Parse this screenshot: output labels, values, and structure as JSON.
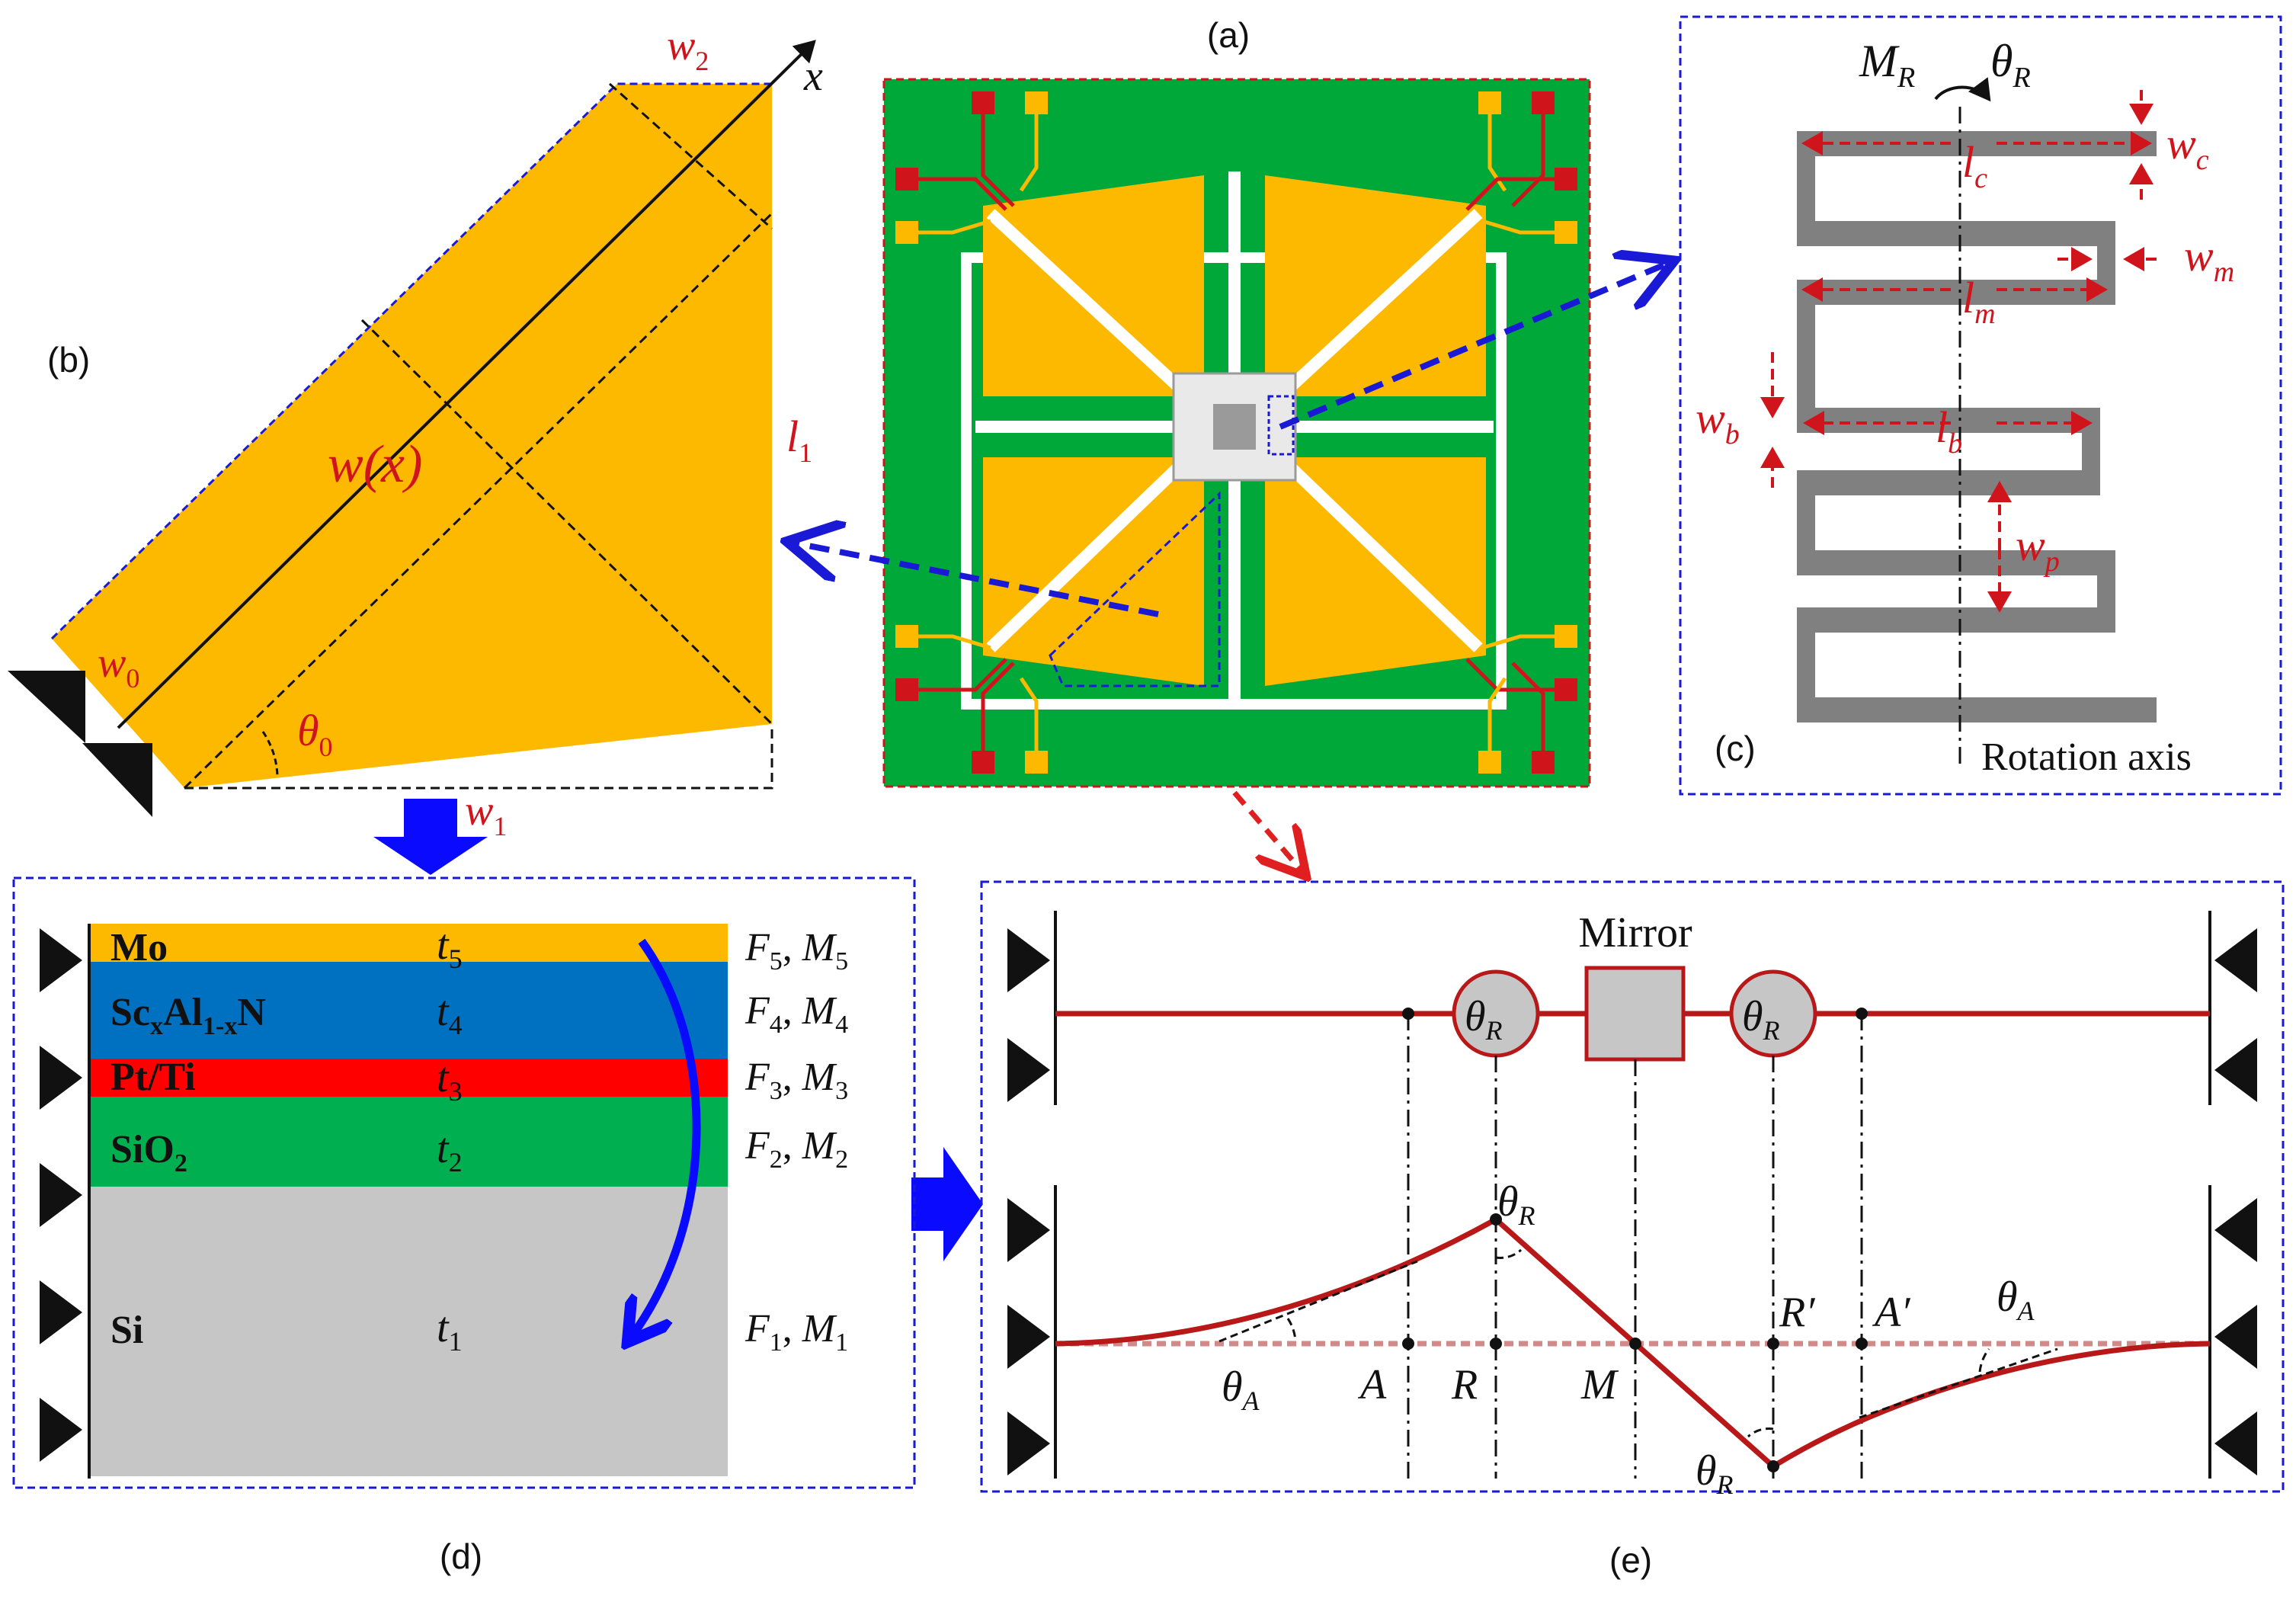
{
  "panels": {
    "a": {
      "label": "(a)"
    },
    "b": {
      "label": "(b)",
      "x_axis": "x",
      "w2": "w",
      "w2_sub": "2",
      "l1": "l",
      "l1_sub": "1",
      "wx": "w(x)",
      "w0": "w",
      "w0_sub": "0",
      "theta0": "θ",
      "theta0_sub": "0",
      "w1": "w",
      "w1_sub": "1"
    },
    "c": {
      "label": "(c)",
      "MR": "M",
      "MR_sub": "R",
      "thetaR": "θ",
      "thetaR_sub": "R",
      "lc": "l",
      "lc_sub": "c",
      "wc": "w",
      "wc_sub": "c",
      "wm": "w",
      "wm_sub": "m",
      "lm": "l",
      "lm_sub": "m",
      "wb": "w",
      "wb_sub": "b",
      "lb": "l",
      "lb_sub": "b",
      "wp": "w",
      "wp_sub": "p",
      "axis_label": "Rotation axis"
    },
    "d": {
      "label": "(d)",
      "layers": [
        {
          "name": "Mo",
          "t": "t",
          "t_sub": "5",
          "F": "F",
          "F_sub": "5",
          "M": "M",
          "M_sub": "5",
          "color": "#fcb900"
        },
        {
          "name": "ScxAl1-xN",
          "t": "t",
          "t_sub": "4",
          "F": "F",
          "F_sub": "4",
          "M": "M",
          "M_sub": "4",
          "color": "#0070c0"
        },
        {
          "name": "Pt/Ti",
          "t": "t",
          "t_sub": "3",
          "F": "F",
          "F_sub": "3",
          "M": "M",
          "M_sub": "3",
          "color": "#ff0000"
        },
        {
          "name": "SiO2",
          "t": "t",
          "t_sub": "2",
          "F": "F",
          "F_sub": "2",
          "M": "M",
          "M_sub": "2",
          "color": "#00b050"
        },
        {
          "name": "Si",
          "t": "t",
          "t_sub": "1",
          "F": "F",
          "F_sub": "1",
          "M": "M",
          "M_sub": "1",
          "color": "#c6c6c6"
        }
      ],
      "layer_names": {
        "mo": "Mo",
        "scaln_sc": "Sc",
        "scaln_x": "x",
        "scaln_al": "Al",
        "scaln_1x": "1-x",
        "scaln_n": "N",
        "ptti": "Pt/Ti",
        "sio": "SiO",
        "sio_sub": "2",
        "si": "Si"
      }
    },
    "e": {
      "label": "(e)",
      "mirror": "Mirror",
      "thetaR": "θ",
      "thetaR_sub": "R",
      "thetaA": "θ",
      "thetaA_sub": "A",
      "A": "A",
      "R": "R",
      "M": "M",
      "Rp": "R′",
      "Ap": "A′"
    }
  },
  "colors": {
    "gold": "#fcb900",
    "green": "#00a83a",
    "red": "#d0141b",
    "blue_dash": "#1a1ad6",
    "arrow_blue": "#0a0aff",
    "spring_gray": "#808080",
    "beam_red": "#b81818"
  }
}
